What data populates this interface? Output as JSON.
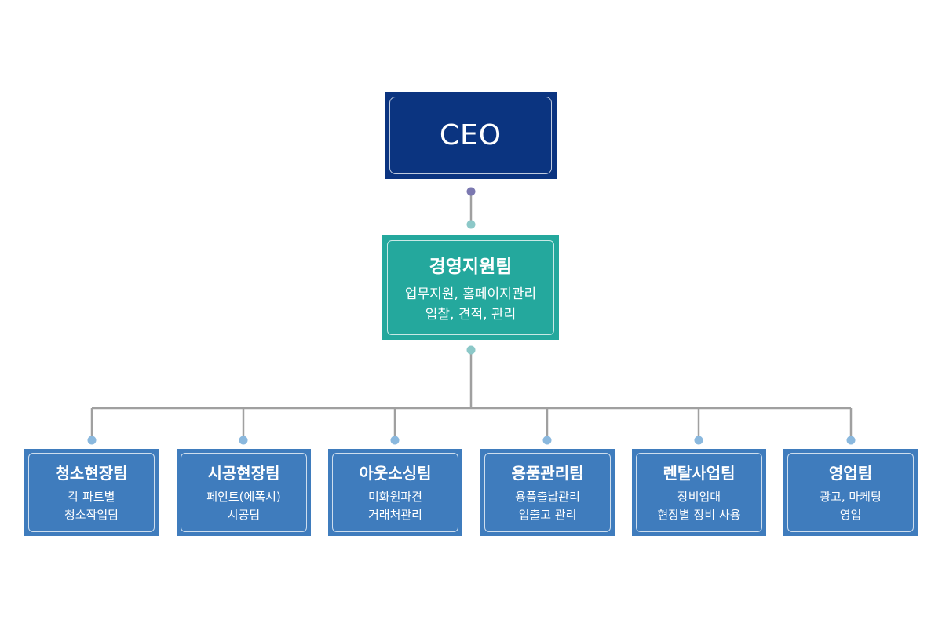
{
  "ceo": {
    "title": "CEO"
  },
  "management": {
    "title": "경영지원팀",
    "lines": [
      "업무지원, 홈페이지관리",
      "입찰, 견적, 관리"
    ]
  },
  "teams": [
    {
      "title": "청소현장팀",
      "lines": [
        "각 파트별",
        "청소작업팀"
      ]
    },
    {
      "title": "시공현장팀",
      "lines": [
        "페인트(에폭시)",
        "시공팀"
      ]
    },
    {
      "title": "아웃소싱팀",
      "lines": [
        "미화원파견",
        "거래처관리"
      ]
    },
    {
      "title": "용품관리팀",
      "lines": [
        "용품출납관리",
        "입출고 관리"
      ]
    },
    {
      "title": "렌탈사업팀",
      "lines": [
        "장비임대",
        "현장별 장비 사용"
      ]
    },
    {
      "title": "영업팀",
      "lines": [
        "광고, 마케팅",
        "영업"
      ]
    }
  ],
  "colors": {
    "ceo": "#0b3480",
    "management": "#24a89d",
    "team": "#3f7cbd",
    "connector": "#a0a0a0",
    "ceo_dot": "#7b78b0",
    "teal_dot": "#8cc8c8",
    "team_dot": "#8ab8de"
  }
}
